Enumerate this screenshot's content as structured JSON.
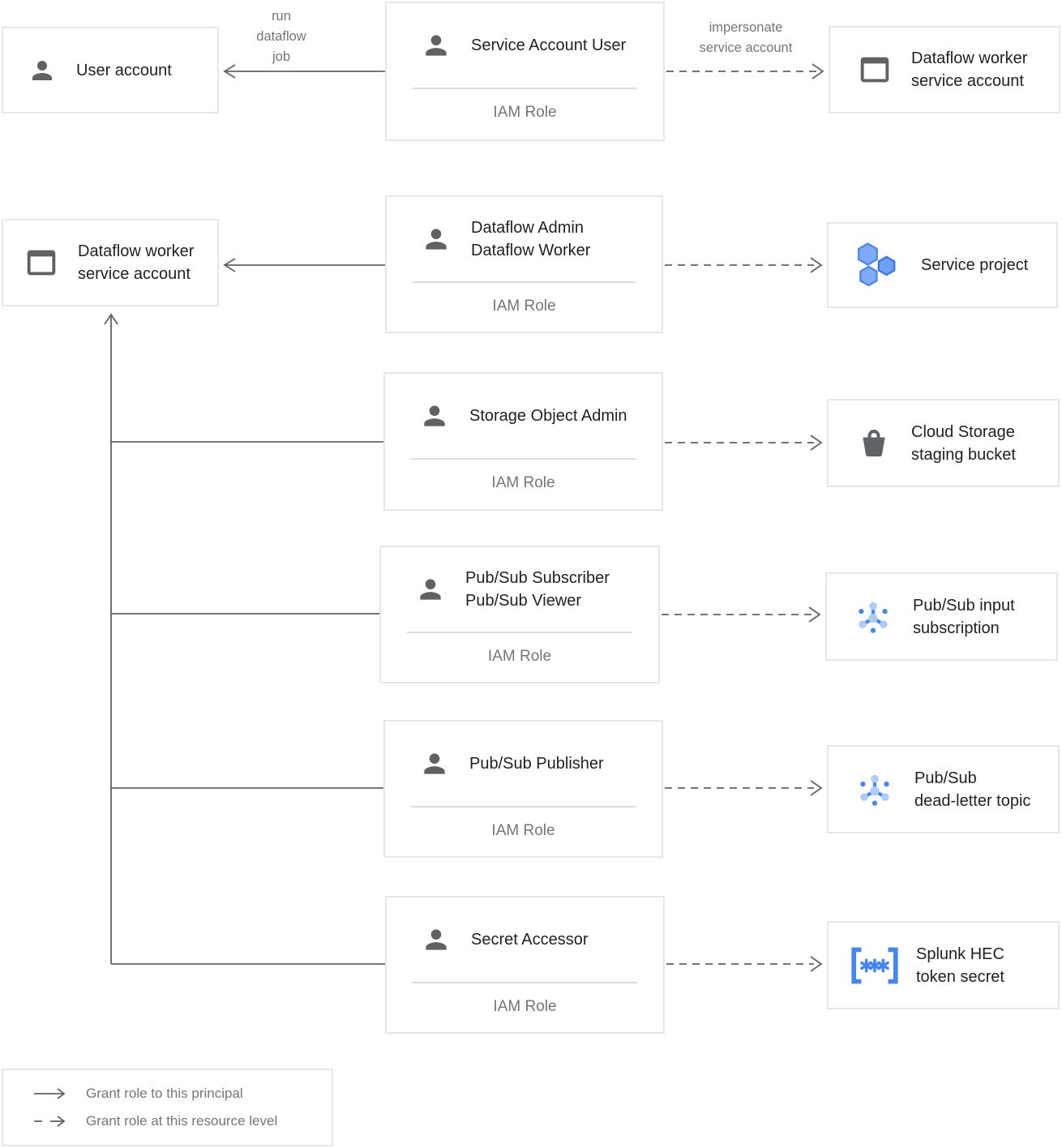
{
  "nodes": {
    "user_account": {
      "title": "User account"
    },
    "service_account_user_role": {
      "title": "Service Account User",
      "subtitle": "IAM Role"
    },
    "dataflow_worker_sa_right": {
      "title": "Dataflow worker\nservice account"
    },
    "dataflow_worker_sa_left": {
      "title": "Dataflow worker\nservice account"
    },
    "dataflow_admin_worker_role": {
      "title": "Dataflow Admin\nDataflow Worker",
      "subtitle": "IAM Role"
    },
    "service_project": {
      "title": "Service project"
    },
    "storage_object_admin_role": {
      "title": "Storage Object Admin",
      "subtitle": "IAM Role"
    },
    "cloud_storage_bucket": {
      "title": "Cloud Storage\nstaging bucket"
    },
    "pubsub_subscriber_viewer_role": {
      "title": "Pub/Sub Subscriber\nPub/Sub Viewer",
      "subtitle": "IAM Role"
    },
    "pubsub_input_subscription": {
      "title": "Pub/Sub input\nsubscription"
    },
    "pubsub_publisher_role": {
      "title": "Pub/Sub Publisher",
      "subtitle": "IAM Role"
    },
    "pubsub_dead_letter_topic": {
      "title": "Pub/Sub\ndead-letter topic"
    },
    "secret_accessor_role": {
      "title": "Secret Accessor",
      "subtitle": "IAM Role"
    },
    "splunk_hec_token_secret": {
      "title": "Splunk HEC\ntoken secret"
    }
  },
  "edge_labels": {
    "run_dataflow_job": "run\ndataflow\njob",
    "impersonate_service_account": "impersonate\nservice account"
  },
  "legend": {
    "solid_label": "Grant role to this principal",
    "dashed_label": "Grant role at this resource level"
  },
  "colors": {
    "line": "#5f6368",
    "border": "#e7e7e7",
    "title_text": "#212121",
    "muted_text": "#757575",
    "icon_gray": "#616161",
    "blue": "#4285f4",
    "blue_light": "#aecbfa",
    "hex_light_fill": "#7fabf8",
    "hex_light_edge": "#4c86f1",
    "hex_mid_fill": "#6fa0f6",
    "hex_mid_edge": "#3d74e0"
  }
}
